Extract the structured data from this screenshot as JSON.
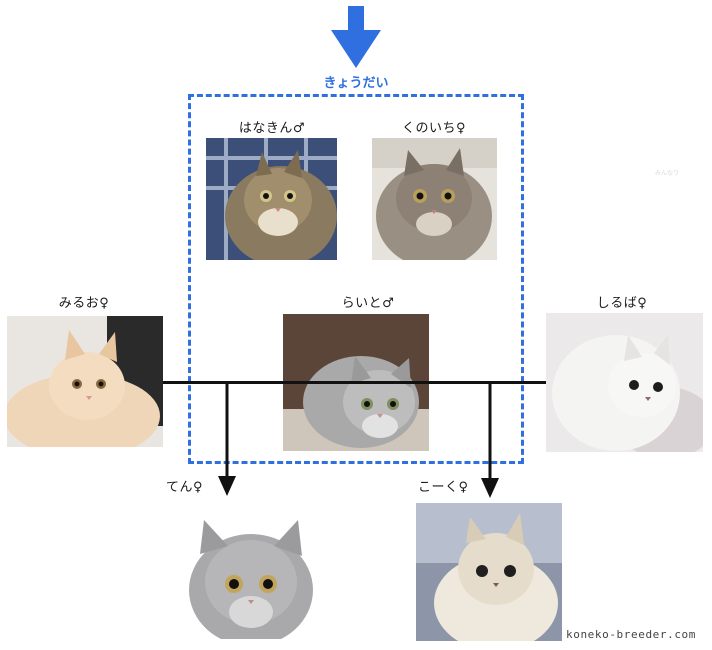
{
  "siblings_label": "きょうだい",
  "cats": {
    "hanakin": {
      "name": "はなきん♂"
    },
    "kunoichi": {
      "name": "くのいち♀"
    },
    "miruo": {
      "name": "みるお♀"
    },
    "raito": {
      "name": "らいと♂"
    },
    "shiruba": {
      "name": "しるば♀"
    },
    "ten": {
      "name": "てん♀"
    },
    "kooku": {
      "name": "こーく♀"
    }
  },
  "watermark": "koneko-breeder.com",
  "faint_mark": "みんなワ",
  "colors": {
    "accent_blue": "#2f6fe0",
    "line": "#111111"
  },
  "icons": {
    "top_arrow": "arrow-down-icon",
    "child_arrow": "arrow-down-icon"
  }
}
